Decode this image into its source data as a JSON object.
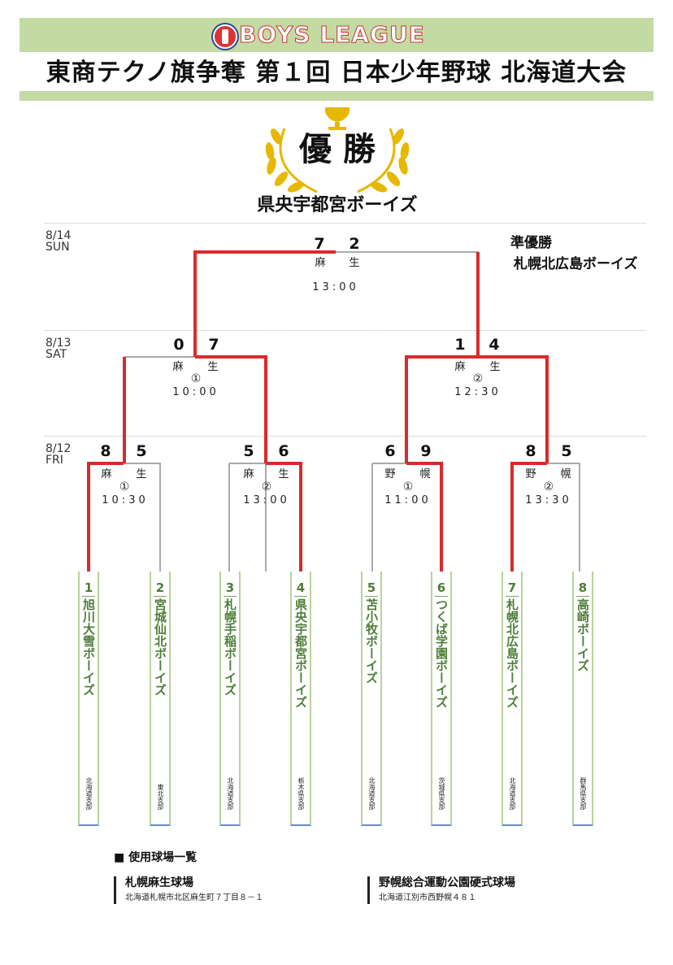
{
  "header": {
    "logo_text": "BOYS LEAGUE",
    "title": "東商テクノ旗争奪 第１回 日本少年野球 北海道大会"
  },
  "champion": {
    "label": "優 勝",
    "team": "県央宇都宮ボーイズ"
  },
  "runner_up": {
    "label": "準優勝",
    "team": "札幌北広島ボーイズ"
  },
  "dates": [
    {
      "date": "8/14",
      "day": "SUN"
    },
    {
      "date": "8/13",
      "day": "SAT"
    },
    {
      "date": "8/12",
      "day": "FRI"
    }
  ],
  "games": [
    {
      "id": "r1g1",
      "score_l": "8",
      "score_r": "5",
      "venue_l": "麻",
      "venue_r": "生",
      "field": "①",
      "time": "10:30"
    },
    {
      "id": "r1g2",
      "score_l": "5",
      "score_r": "6",
      "venue_l": "麻",
      "venue_r": "生",
      "field": "②",
      "time": "13:00"
    },
    {
      "id": "r1g3",
      "score_l": "6",
      "score_r": "9",
      "venue_l": "野",
      "venue_r": "幌",
      "field": "①",
      "time": "11:00"
    },
    {
      "id": "r1g4",
      "score_l": "8",
      "score_r": "5",
      "venue_l": "野",
      "venue_r": "幌",
      "field": "②",
      "time": "13:30"
    },
    {
      "id": "r2g1",
      "score_l": "0",
      "score_r": "7",
      "venue_l": "麻",
      "venue_r": "生",
      "field": "①",
      "time": "10:00"
    },
    {
      "id": "r2g2",
      "score_l": "1",
      "score_r": "4",
      "venue_l": "麻",
      "venue_r": "生",
      "field": "②",
      "time": "12:30"
    },
    {
      "id": "final",
      "score_l": "7",
      "score_r": "2",
      "venue_l": "麻",
      "venue_r": "生",
      "field": "",
      "time": "13:00"
    }
  ],
  "teams": [
    {
      "seed": "1",
      "name": "旭川大雪ボーイズ",
      "branch": "北海道支部"
    },
    {
      "seed": "2",
      "name": "宮城仙北ボーイズ",
      "branch": "東北支部"
    },
    {
      "seed": "3",
      "name": "札幌手稲ボーイズ",
      "branch": "北海道支部"
    },
    {
      "seed": "4",
      "name": "県央宇都宮ボーイズ",
      "branch": "栃木県支部"
    },
    {
      "seed": "5",
      "name": "苫小牧ボーイズ",
      "branch": "北海道支部"
    },
    {
      "seed": "6",
      "name": "つくば学園ボーイズ",
      "branch": "茨城県支部"
    },
    {
      "seed": "7",
      "name": "札幌北広島ボーイズ",
      "branch": "北海道支部"
    },
    {
      "seed": "8",
      "name": "高崎ボーイズ",
      "branch": "群馬県支部"
    }
  ],
  "venues": {
    "heading": "■ 使用球場一覧",
    "list": [
      {
        "name": "札幌麻生球場",
        "address": "北海道札幌市北区麻生町７丁目８－１"
      },
      {
        "name": "野幌総合運動公園硬式球場",
        "address": "北海道江別市西野幌４８１"
      }
    ]
  },
  "colors": {
    "accent_band": "#c3dba3",
    "win_line": "#d92b2b",
    "lose_line": "#aaaaaa",
    "team_text": "#4e7d3a"
  }
}
